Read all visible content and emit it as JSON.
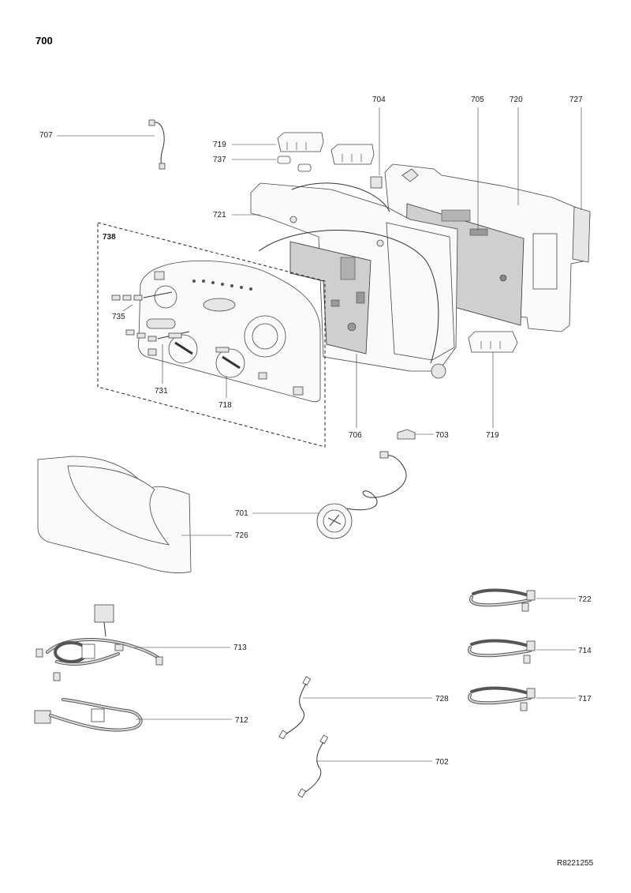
{
  "page_number": "700",
  "drawing_ref": "R8221255",
  "parts": {
    "p701": "701",
    "p702": "702",
    "p703": "703",
    "p704": "704",
    "p705": "705",
    "p706": "706",
    "p707": "707",
    "p712": "712",
    "p713": "713",
    "p714": "714",
    "p717": "717",
    "p718": "718",
    "p719": "719",
    "p720": "720",
    "p721": "721",
    "p722": "722",
    "p726": "726",
    "p727": "727",
    "p728": "728",
    "p731": "731",
    "p735": "735",
    "p737": "737",
    "p738": "738"
  }
}
